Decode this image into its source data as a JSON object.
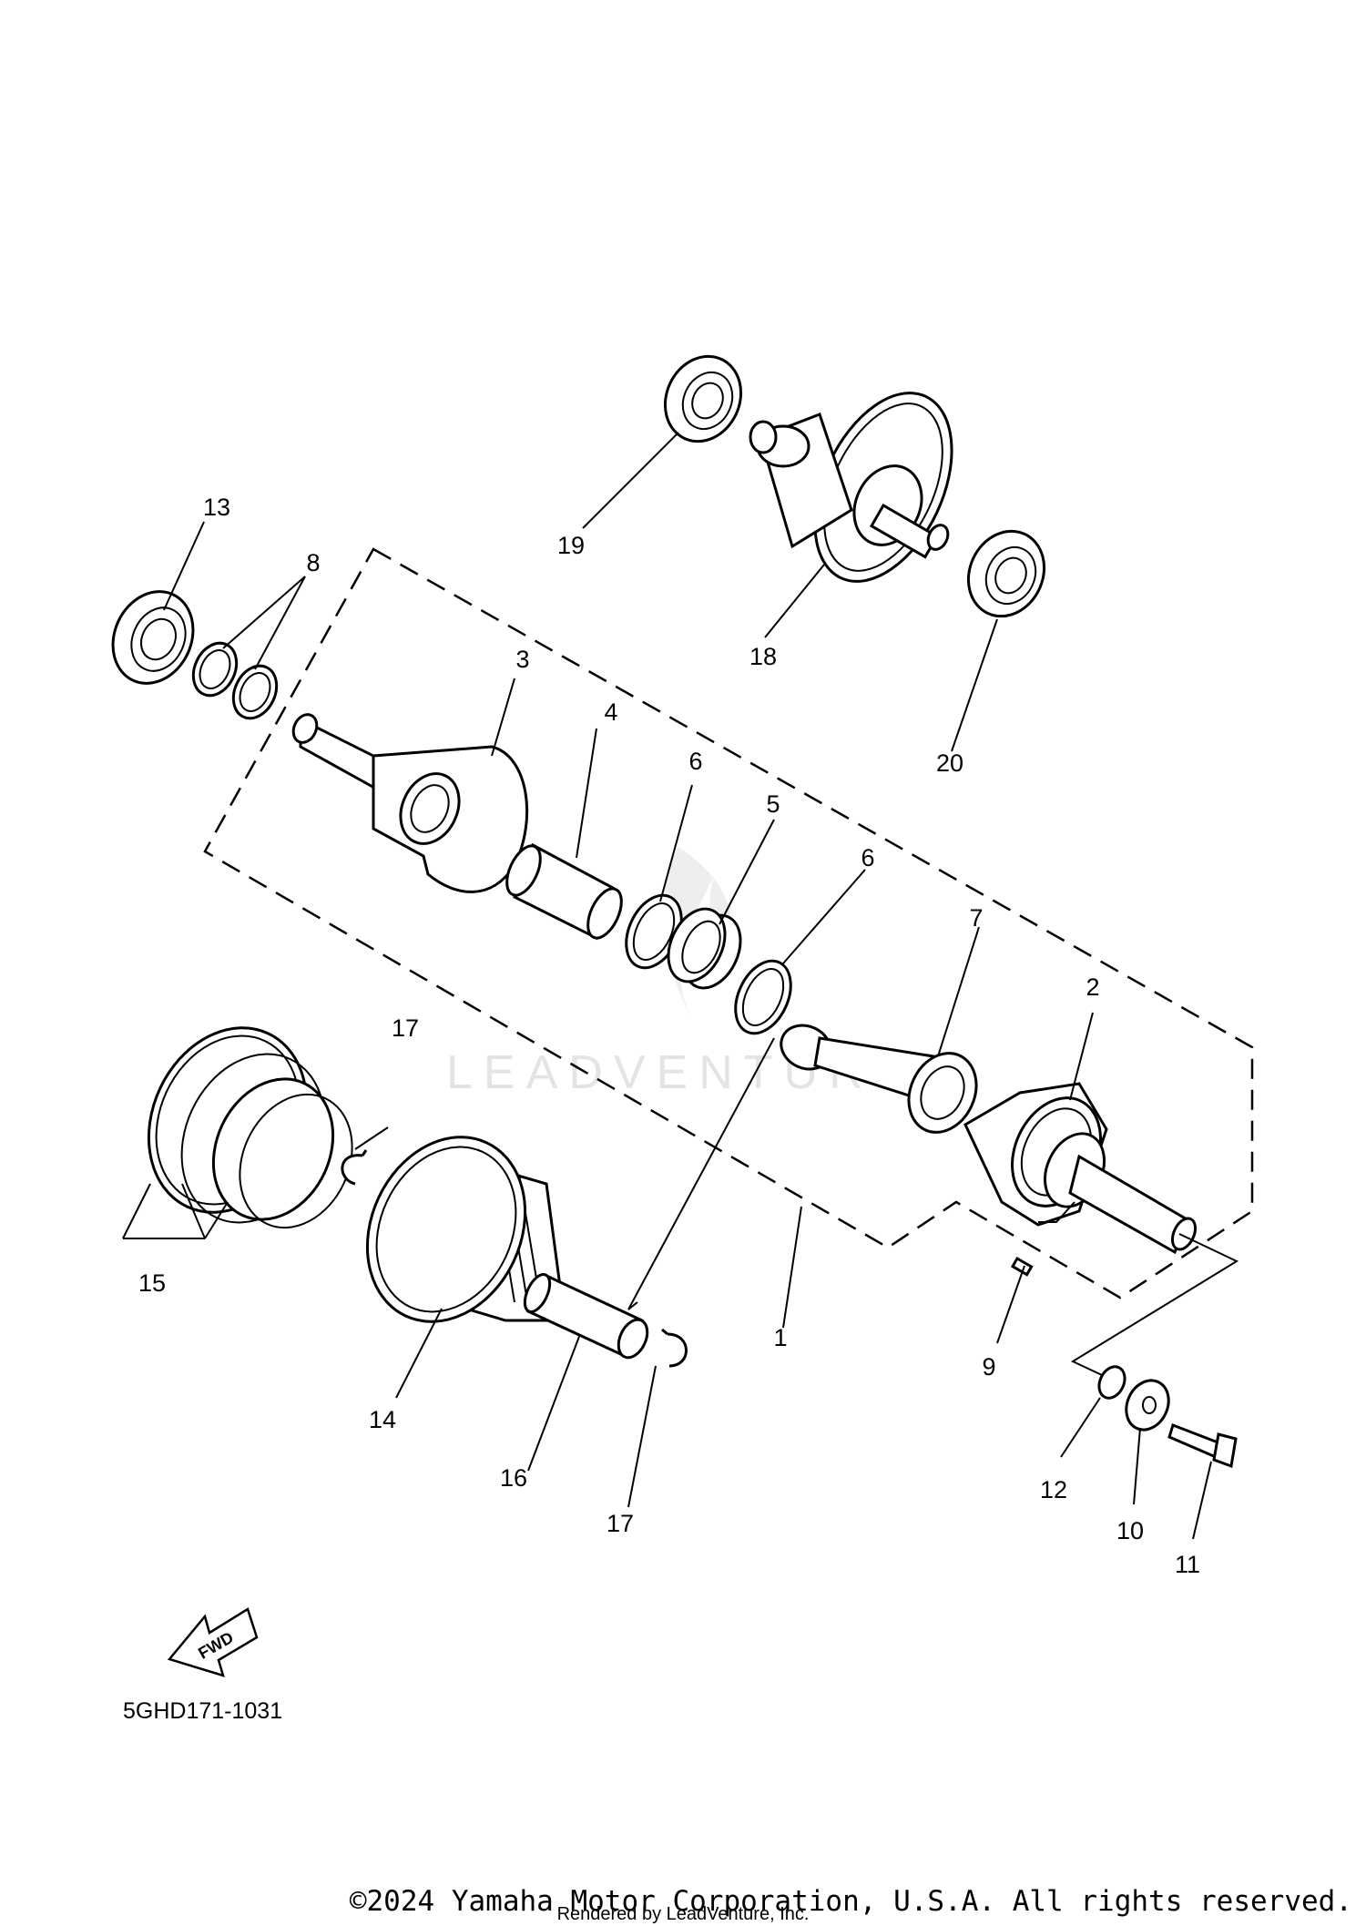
{
  "callouts": [
    {
      "id": "1",
      "label": "1"
    },
    {
      "id": "2",
      "label": "2"
    },
    {
      "id": "3",
      "label": "3"
    },
    {
      "id": "4",
      "label": "4"
    },
    {
      "id": "5",
      "label": "5"
    },
    {
      "id": "6a",
      "label": "6"
    },
    {
      "id": "6b",
      "label": "6"
    },
    {
      "id": "7",
      "label": "7"
    },
    {
      "id": "8",
      "label": "8"
    },
    {
      "id": "9",
      "label": "9"
    },
    {
      "id": "10",
      "label": "10"
    },
    {
      "id": "11",
      "label": "11"
    },
    {
      "id": "12",
      "label": "12"
    },
    {
      "id": "13",
      "label": "13"
    },
    {
      "id": "14",
      "label": "14"
    },
    {
      "id": "15",
      "label": "15"
    },
    {
      "id": "16",
      "label": "16"
    },
    {
      "id": "17a",
      "label": "17"
    },
    {
      "id": "17b",
      "label": "17"
    },
    {
      "id": "18",
      "label": "18"
    },
    {
      "id": "19",
      "label": "19"
    },
    {
      "id": "20",
      "label": "20"
    }
  ],
  "fwd_label": "FWD",
  "diagram_code": "5GHD171-1031",
  "watermark": "LEADVENTURE",
  "copyright": "©2024 Yamaha Motor Corporation, U.S.A. All rights reserved.",
  "rendered_by": "Rendered by LeadVenture, Inc."
}
